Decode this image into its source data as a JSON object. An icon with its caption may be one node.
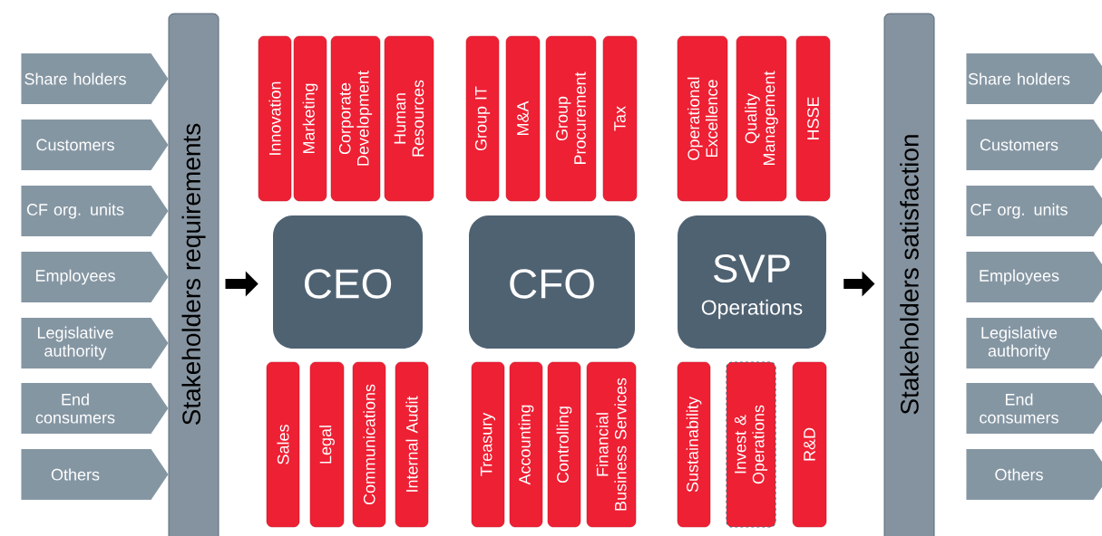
{
  "diagram": {
    "nodes": [
      {
        "text": [
          "Share holders"
        ]
      },
      {
        "text": [
          "Customers"
        ]
      },
      {
        "text": [
          "CF org. units"
        ]
      },
      {
        "text": [
          "Employees"
        ]
      },
      {
        "text": [
          "Legislative authority"
        ]
      },
      {
        "text": [
          "End consumers"
        ]
      },
      {
        "text": [
          "Others"
        ]
      },
      {
        "text": [
          "Stakeholders requirements"
        ]
      },
      {
        "text": [
          "Innovation"
        ]
      },
      {
        "text": [
          "Marketing"
        ]
      },
      {
        "text": [
          "Corporate Development"
        ]
      },
      {
        "text": [
          "Human Resources"
        ]
      },
      {
        "text": [
          "Group IT"
        ]
      },
      {
        "text": [
          "M&A"
        ]
      },
      {
        "text": [
          "Group Procurement"
        ]
      },
      {
        "text": [
          "Tax"
        ]
      },
      {
        "text": [
          "Operational Excellence"
        ]
      },
      {
        "text": [
          "Quality Management"
        ]
      },
      {
        "text": [
          "HSSE"
        ]
      },
      {
        "text": [
          "CEO"
        ]
      },
      {
        "text": [
          "CFO"
        ]
      },
      {
        "text": [
          "SVP",
          "Operations"
        ]
      },
      {
        "text": [
          "Sales"
        ]
      },
      {
        "text": [
          "Legal"
        ]
      },
      {
        "text": [
          "Communications"
        ]
      },
      {
        "text": [
          "Internal Audit"
        ]
      },
      {
        "text": [
          "Treasury"
        ]
      },
      {
        "text": [
          "Accounting"
        ]
      },
      {
        "text": [
          "Controlling"
        ]
      },
      {
        "text": [
          "Financial Business Services"
        ]
      },
      {
        "text": [
          "Sustainability"
        ]
      },
      {
        "text": [
          "Invest & Operations"
        ]
      },
      {
        "text": [
          "R&D"
        ]
      },
      {
        "text": [
          "Stakeholders satisfaction"
        ]
      },
      {
        "text": [
          "Share holders"
        ]
      },
      {
        "text": [
          "Customers"
        ]
      },
      {
        "text": [
          "CF org. units"
        ]
      },
      {
        "text": [
          "Employees"
        ]
      },
      {
        "text": [
          "Legislative authority"
        ]
      },
      {
        "text": [
          "End consumers"
        ]
      },
      {
        "text": [
          "Others"
        ]
      }
    ],
    "edges": [
      {
        "from": 7,
        "to": 19,
        "arrow": "to"
      },
      {
        "from": 21,
        "to": 33,
        "arrow": "to"
      }
    ]
  }
}
